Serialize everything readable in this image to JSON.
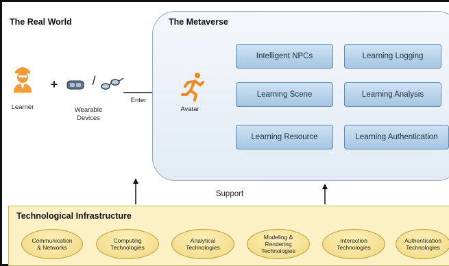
{
  "real_world": {
    "title": "The Real World",
    "learner_label": "Learner",
    "plus": "+",
    "slash": "/",
    "device_label_line1": "Wearable",
    "device_label_line2": "Devices",
    "enter_label": "Enter"
  },
  "metaverse": {
    "title": "The Metaverse",
    "avatar_label": "Avatar",
    "components": [
      "Intelligent NPCs",
      "Learning Logging",
      "Learning Scene",
      "Learning Analysis",
      "Learning Resource",
      "Learning Authentication"
    ]
  },
  "support_label": "Support",
  "infrastructure": {
    "title": "Technological Infrastructure",
    "technologies": [
      [
        "Communication",
        "& Networks"
      ],
      [
        "Computing",
        "Technologies"
      ],
      [
        "Analytical",
        "Technologies"
      ],
      [
        "Modeling &",
        "Rendering",
        "Technologies"
      ],
      [
        "Interaction",
        "Technologies"
      ],
      [
        "Authentication",
        "Technologies"
      ]
    ]
  },
  "colors": {
    "learner_icon": "#f39c33",
    "avatar_icon": "#f08a1c",
    "component_fill": "#b7d3ec",
    "infra_fill": "#fcf0c5",
    "oval_fill": "#f4dc8a"
  }
}
